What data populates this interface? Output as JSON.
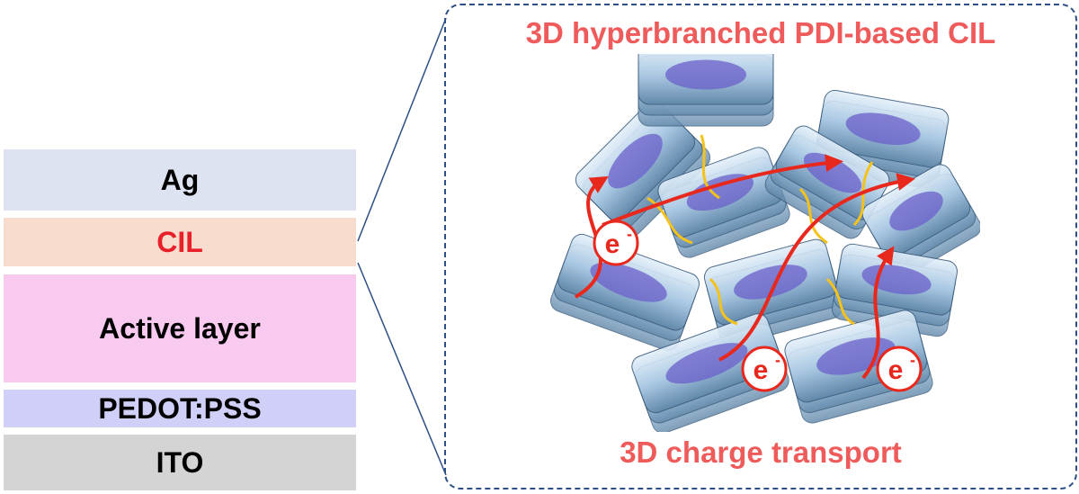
{
  "device_stack": {
    "layers": [
      {
        "label": "Ag",
        "color": "#dde3f1"
      },
      {
        "label": "CIL",
        "color": "#f8ddcf",
        "text_color": "#e8202a"
      },
      {
        "label": "Active layer",
        "color": "#f9caf0"
      },
      {
        "label": "PEDOT:PSS",
        "color": "#cfcff7"
      },
      {
        "label": "ITO",
        "color": "#d4d4d4"
      }
    ]
  },
  "zoom_panel": {
    "title": "3D hyperbranched PDI-based CIL",
    "caption": "3D charge transport",
    "frame_color": "#2d4f86",
    "caption_color": "#ef5b5b"
  },
  "illustration": {
    "electron_label": "e",
    "electron_charge": "-",
    "arrow_color": "#e8281c",
    "block_color": "#a9c8e3",
    "core_color": "#6a5fc9",
    "linker_color": "#f5c21b"
  }
}
